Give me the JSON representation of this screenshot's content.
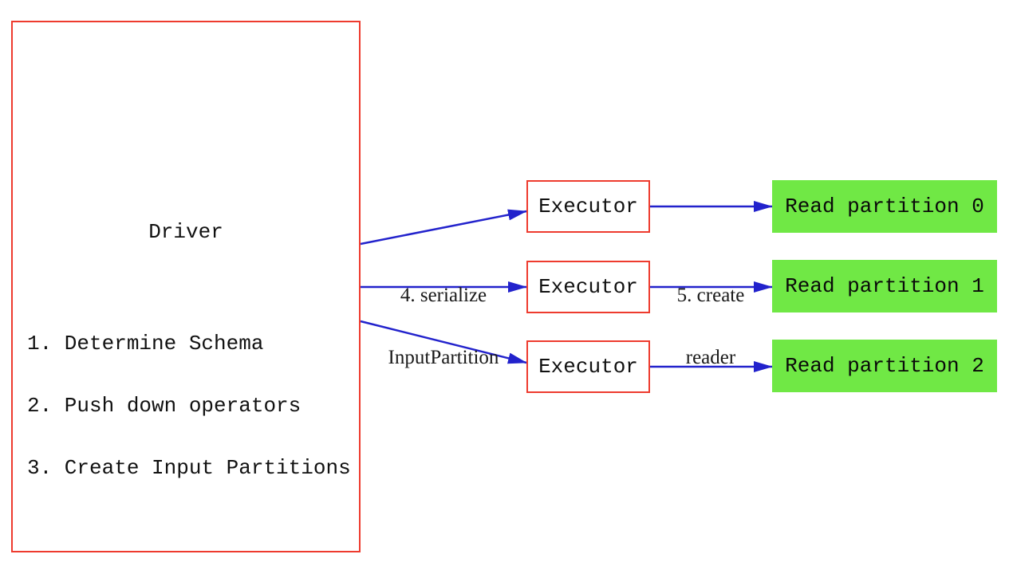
{
  "diagram": {
    "driver": {
      "title": "Driver",
      "steps": [
        "1. Determine Schema",
        "2. Push down operators",
        "3. Create Input Partitions"
      ]
    },
    "executors": [
      {
        "label": "Executor"
      },
      {
        "label": "Executor"
      },
      {
        "label": "Executor"
      }
    ],
    "partitions": [
      {
        "label": "Read partition 0"
      },
      {
        "label": "Read partition 1"
      },
      {
        "label": "Read partition 2"
      }
    ],
    "edge_labels": {
      "serialize": {
        "line1": "4. serialize",
        "line2": "InputPartition"
      },
      "create_reader": {
        "line1": "5. create",
        "line2": "reader"
      }
    },
    "colors": {
      "box_border_red": "#ee3b2e",
      "arrow_blue": "#2222cc",
      "partition_fill_green": "#70e845",
      "text_black": "#111111",
      "background": "#ffffff"
    }
  }
}
